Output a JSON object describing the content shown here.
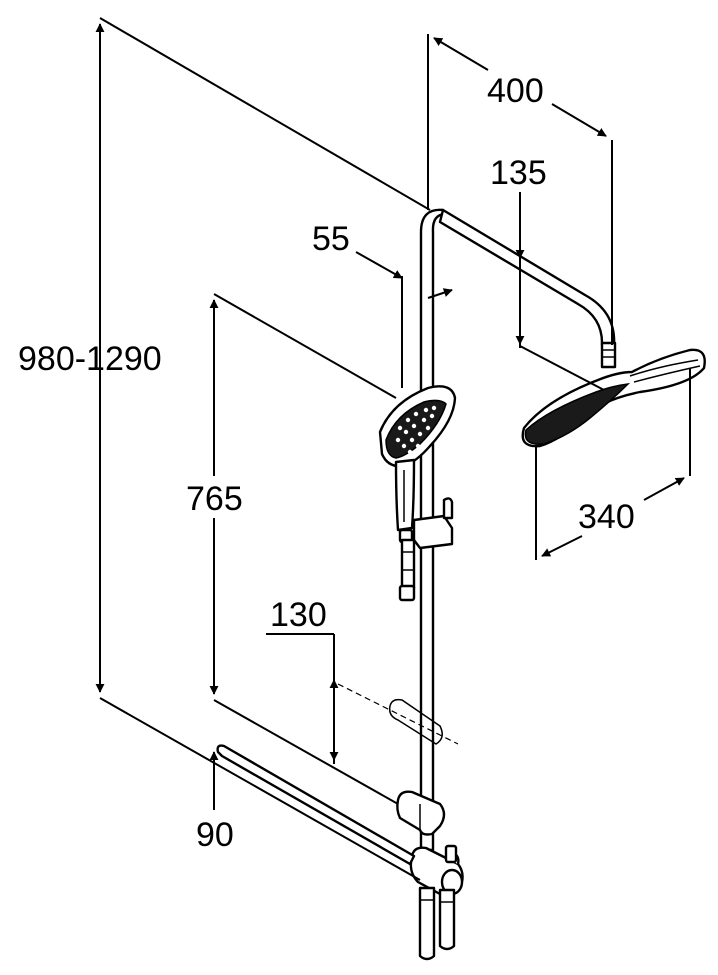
{
  "diagram": {
    "dimensions": {
      "total_height": "980-1290",
      "arm_length": "400",
      "head_drop": "135",
      "hand_shower_offset": "55",
      "slide_height": "765",
      "head_width": "340",
      "shelf_spacing": "130",
      "wall_offset": "90"
    }
  }
}
